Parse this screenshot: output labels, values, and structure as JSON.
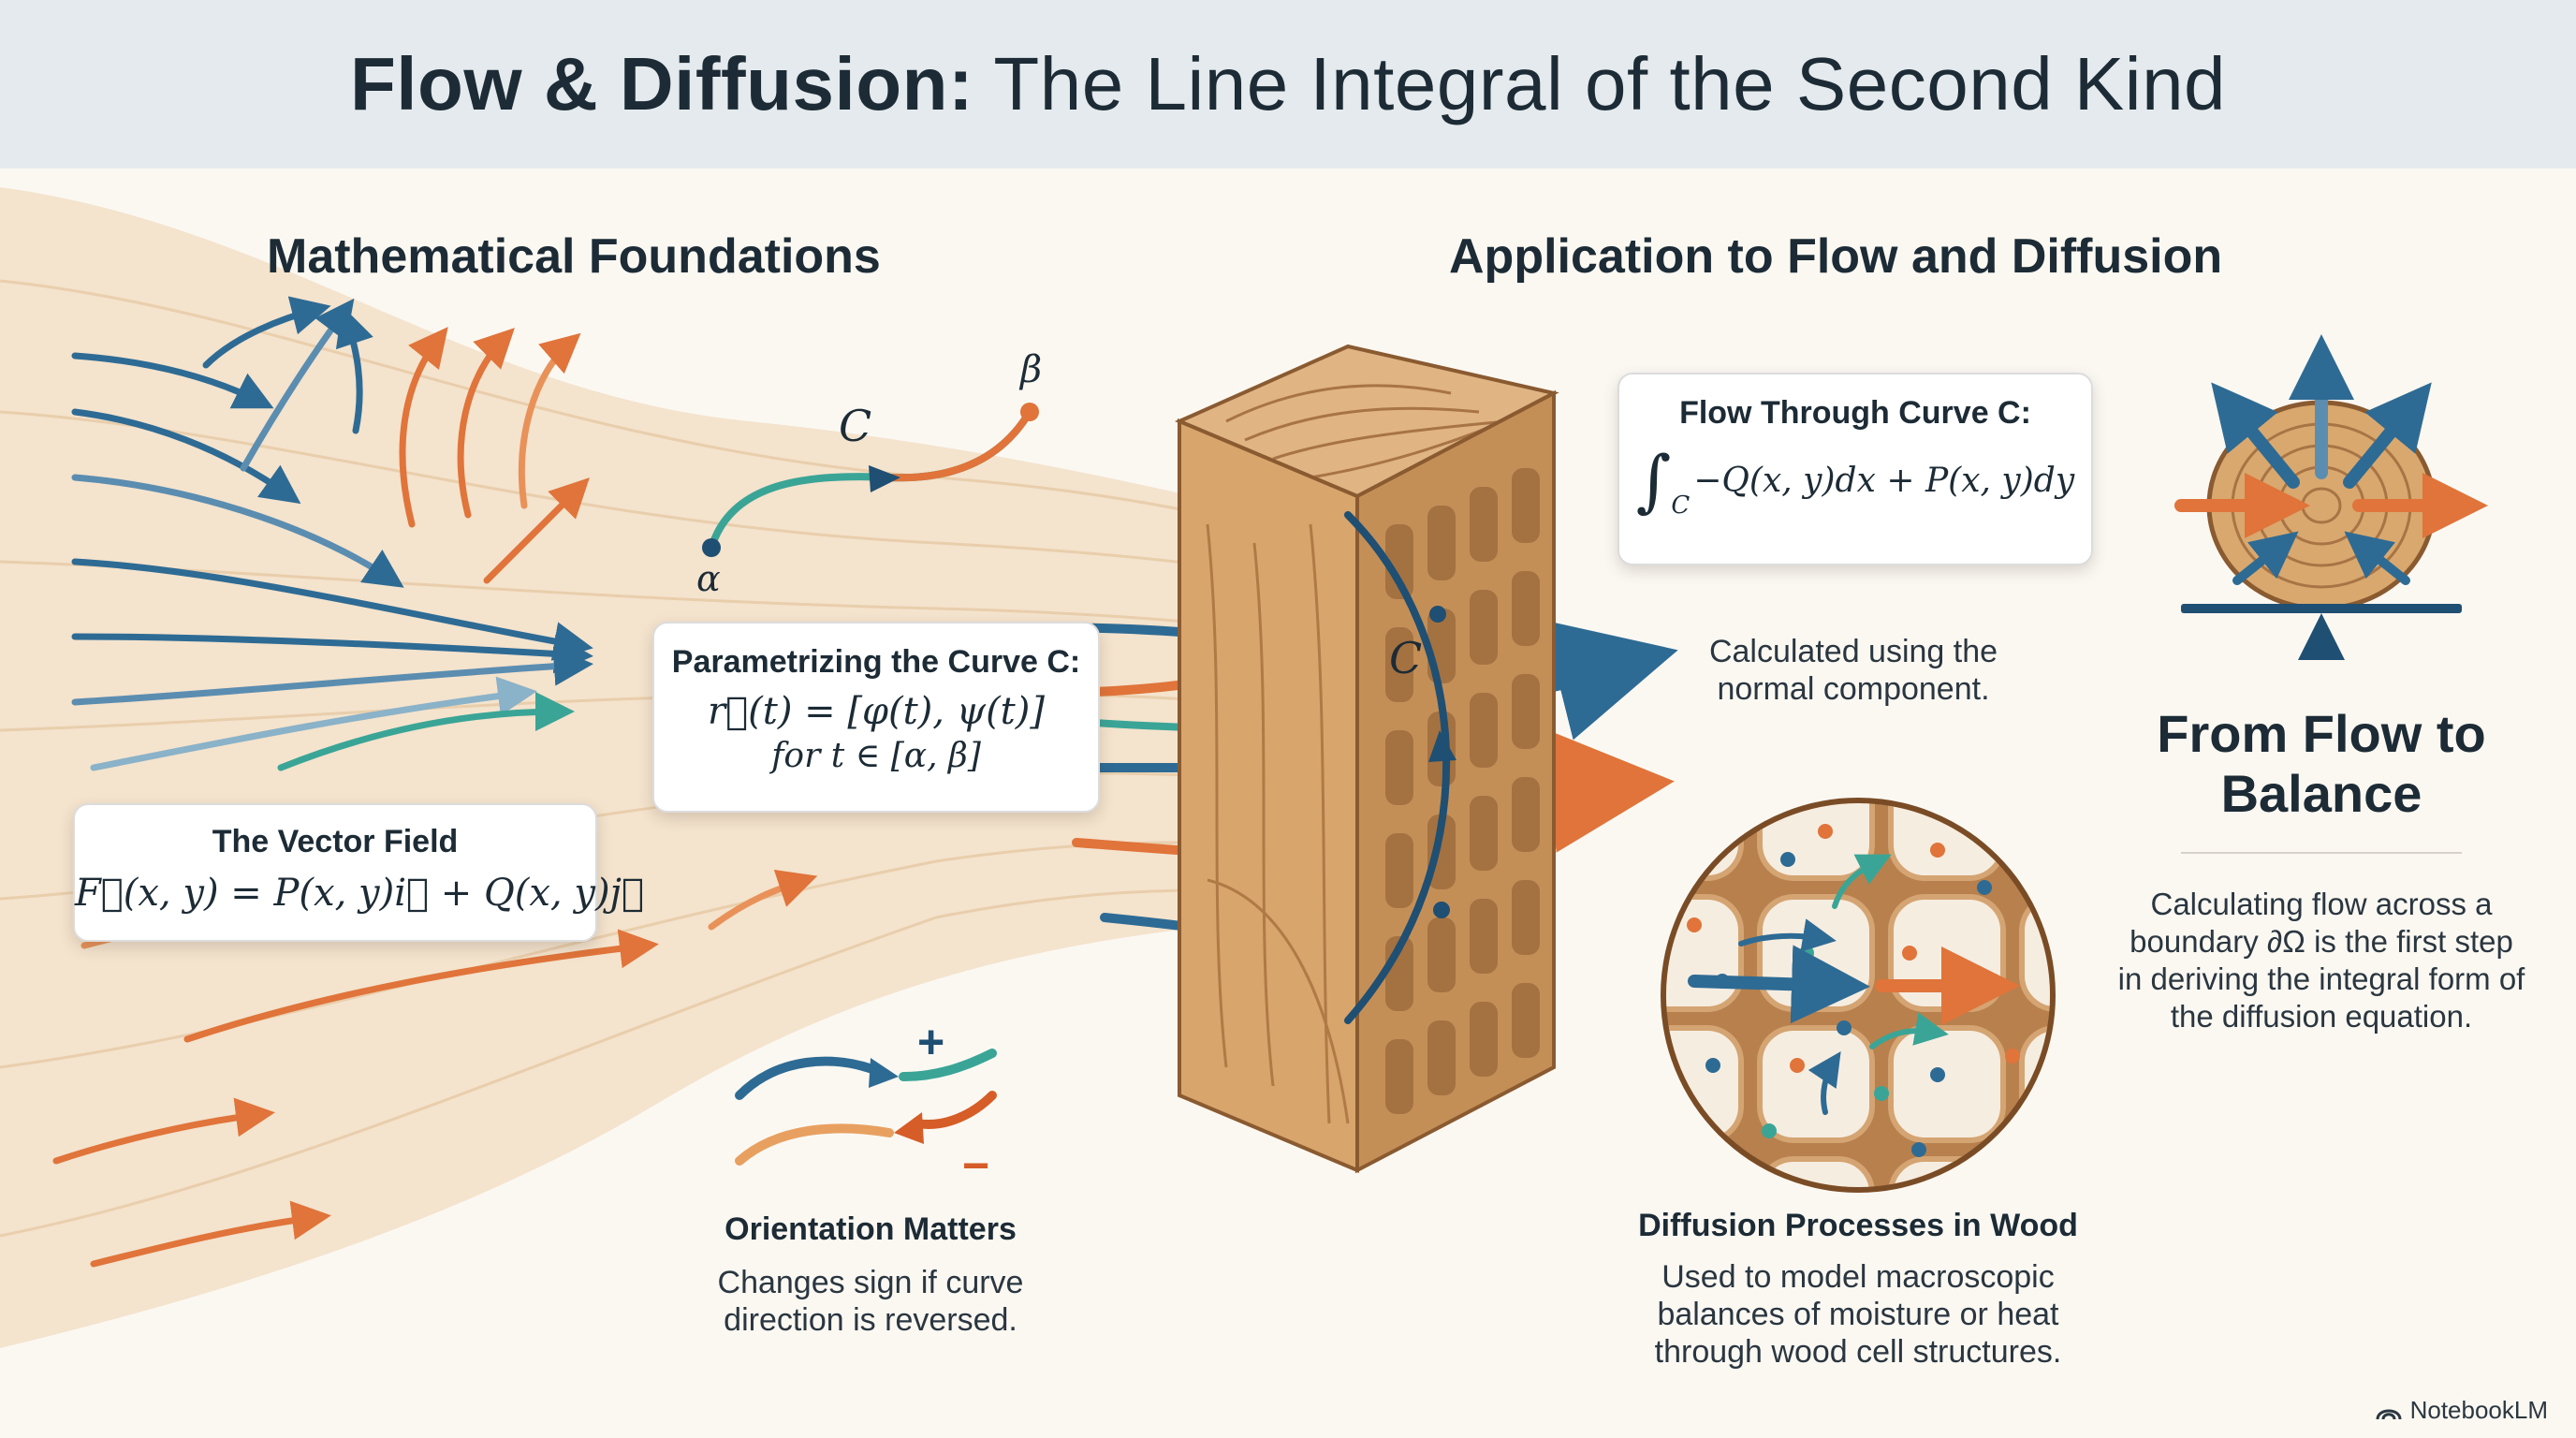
{
  "title": {
    "bold": "Flow & Diffusion:",
    "regular": "The Line Integral of the Second Kind"
  },
  "left_heading": "Mathematical Foundations",
  "right_heading": "Application to Flow and Diffusion",
  "vector_field": {
    "title": "The Vector Field",
    "formula": "F⃗(x, y) = P(x, y)i⃗ + Q(x, y)j⃗"
  },
  "parametrize": {
    "title": "Parametrizing the Curve C:",
    "formula": "r⃗(t) = [φ(t), ψ(t)]",
    "range": "for t ∈ [α, β]"
  },
  "curve_labels": {
    "curve": "C",
    "start": "α",
    "end": "β",
    "wood_curve": "C"
  },
  "orientation": {
    "title": "Orientation Matters",
    "body": "Changes sign if curve direction is reversed.",
    "plus": "+",
    "minus": "−"
  },
  "flow_card": {
    "title": "Flow Through Curve C:",
    "integral_sub": "C",
    "formula": "−Q(x, y)dx + P(x, y)dy",
    "caption": "Calculated using the normal component."
  },
  "diffusion": {
    "title": "Diffusion Processes in Wood",
    "body": "Used to model macroscopic balances of moisture or heat through wood cell structures."
  },
  "balance": {
    "title": "From Flow to Balance",
    "body": "Calculating flow across a boundary ∂Ω is the first step in deriving the integral form of the diffusion equation."
  },
  "watermark": "NotebookLM",
  "colors": {
    "blue": "#2e6b94",
    "orange": "#e0743a",
    "teal": "#3aa596",
    "wood": "#d8a56c",
    "wood_dark": "#8a5a30"
  }
}
